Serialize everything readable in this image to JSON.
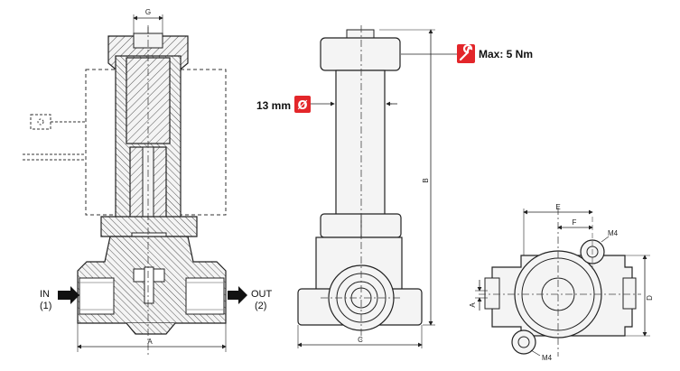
{
  "labels": {
    "g": "G",
    "a_left": "A",
    "b": "B",
    "c": "C",
    "e": "E",
    "f": "F",
    "a_right": "A",
    "d": "D",
    "m4_top": "M4",
    "m4_bottom": "M4",
    "in": "IN",
    "in_port": "(1)",
    "out": "OUT",
    "out_port": "(2)",
    "diameter": "13 mm",
    "diameter_symbol": "Ø",
    "torque": "Max: 5 Nm"
  },
  "colors": {
    "accent": "#e3262a",
    "line": "#222222",
    "hatch": "#555555",
    "body_fill": "#f4f4f4"
  },
  "icons": {
    "torque": "wrench-icon",
    "diameter": "diameter-icon"
  }
}
